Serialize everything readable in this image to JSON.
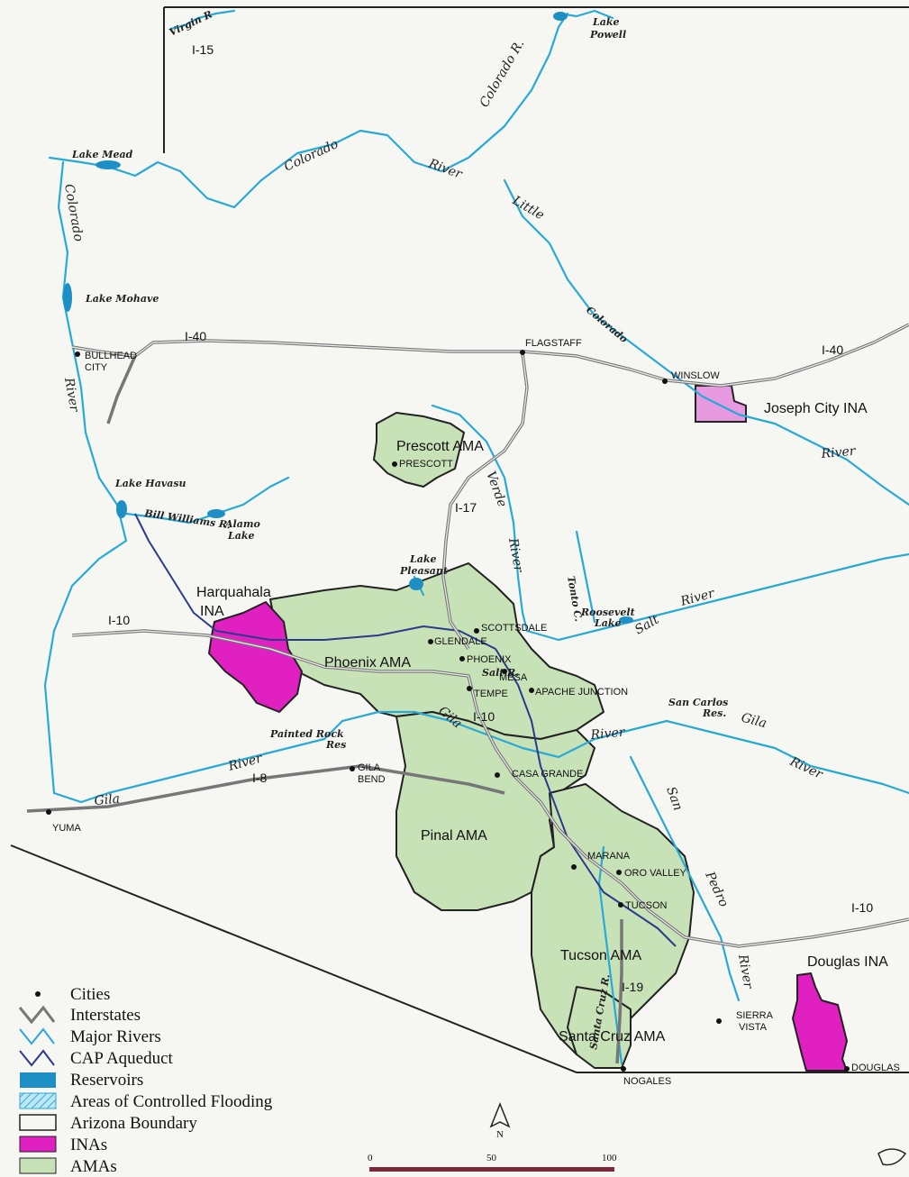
{
  "title": "",
  "colors": {
    "river": "#29a9d6",
    "cap_aqueduct": "#2b3a8a",
    "ama": "#c8e2b8",
    "ina": "#e020c0",
    "interstate": "#777777",
    "boundary": "#222222"
  },
  "water_labels": {
    "virgin_r": "Virgin R",
    "lake_mead": "Lake Mead",
    "lake_powell_1": "Lake",
    "lake_powell_2": "Powell",
    "colorado_r_north": "Colorado R.",
    "colorado_mid": "Colorado",
    "river_mid": "River",
    "little": "Little",
    "colorado_little": "Colorado",
    "colorado_west": "Colorado",
    "lake_mohave": "Lake Mohave",
    "river_west": "River",
    "lake_havasu": "Lake Havasu",
    "bill_williams": "Bill Williams R.",
    "alamo_1": "Alamo",
    "alamo_2": "Lake",
    "verde": "Verde",
    "river_verde": "River",
    "lake_pleasant_1": "Lake",
    "lake_pleasant_2": "Pleasant",
    "tonto": "Tonto C.",
    "roosevelt_1": "Roosevelt",
    "roosevelt_2": "Lake",
    "salt": "Salt",
    "river_salt": "River",
    "river_lc": "River",
    "salt_r": "Salt R.",
    "san_carlos_1": "San Carlos",
    "san_carlos_2": "Res.",
    "gila_east": "Gila",
    "river_gila_east": "River",
    "painted_rock_1": "Painted Rock",
    "painted_rock_2": "Res",
    "river_gila_west": "River",
    "gila_west": "Gila",
    "gila_center": "Gila",
    "river_center": "River",
    "san": "San",
    "pedro": "Pedro",
    "river_pedro": "River",
    "santa_cruz_r": "Santa Cruz R."
  },
  "highways": {
    "i15": "I-15",
    "i40_west": "I-40",
    "i40_east": "I-40",
    "i17": "I-17",
    "i10_west": "I-10",
    "i10_center": "I-10",
    "i10_east": "I-10",
    "i8": "I-8",
    "i19": "I-19"
  },
  "cities": [
    {
      "name": "BULLHEAD",
      "name2": "CITY"
    },
    {
      "name": "FLAGSTAFF"
    },
    {
      "name": "WINSLOW"
    },
    {
      "name": "PRESCOTT"
    },
    {
      "name": "SCOTTSDALE"
    },
    {
      "name": "GLENDALE"
    },
    {
      "name": "PHOENIX"
    },
    {
      "name": "MESA"
    },
    {
      "name": "TEMPE"
    },
    {
      "name": "APACHE JUNCTION"
    },
    {
      "name": "CASA GRANDE"
    },
    {
      "name": "GILA",
      "name2": "BEND"
    },
    {
      "name": "YUMA"
    },
    {
      "name": "MARANA"
    },
    {
      "name": "ORO VALLEY"
    },
    {
      "name": "TUCSON"
    },
    {
      "name": "SIERRA",
      "name2": "VISTA"
    },
    {
      "name": "NOGALES"
    },
    {
      "name": "DOUGLAS"
    }
  ],
  "areas": {
    "prescott_ama": "Prescott AMA",
    "phoenix_ama": "Phoenix AMA",
    "pinal_ama": "Pinal AMA",
    "tucson_ama": "Tucson AMA",
    "santa_cruz_ama": "Santa Cruz AMA",
    "harquahala_1": "Harquahala",
    "harquahala_2": "INA",
    "joseph_city": "Joseph City INA",
    "douglas_ina": "Douglas INA"
  },
  "legend": [
    {
      "symbol": "city",
      "label": "Cities"
    },
    {
      "symbol": "interstate",
      "label": "Interstates"
    },
    {
      "symbol": "river",
      "label": "Major Rivers"
    },
    {
      "symbol": "cap",
      "label": "CAP Aqueduct"
    },
    {
      "symbol": "reservoir",
      "label": "Reservoirs"
    },
    {
      "symbol": "flooding",
      "label": "Areas of Controlled Flooding"
    },
    {
      "symbol": "boundary",
      "label": "Arizona Boundary"
    },
    {
      "symbol": "ina",
      "label": "INAs"
    },
    {
      "symbol": "ama",
      "label": "AMAs"
    }
  ],
  "scale": {
    "labels": [
      "0",
      "50",
      "100"
    ]
  },
  "north_label": "N"
}
